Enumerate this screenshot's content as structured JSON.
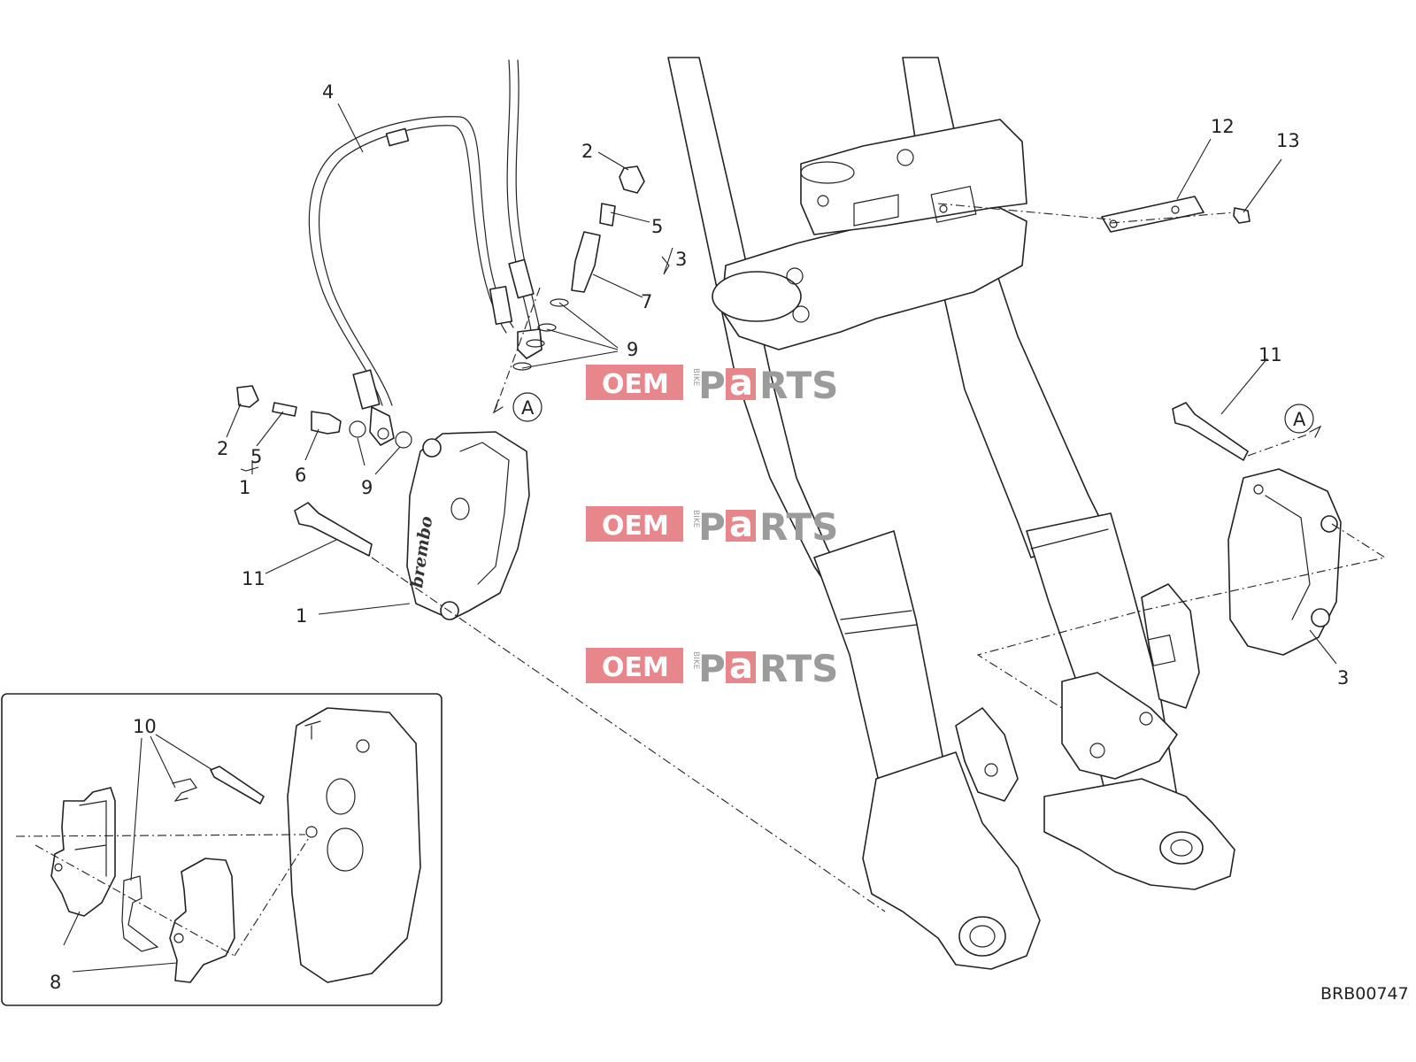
{
  "diagram": {
    "drawing_code": "BRB00747",
    "brand_marking": "brembo",
    "callouts": {
      "c4": "4",
      "c2_top": "2",
      "c5_top": "5",
      "c3_top": "3",
      "c7": "7",
      "c9_right": "9",
      "c12": "12",
      "c13": "13",
      "c2_left": "2",
      "c5_left": "5",
      "c1_bracket": "1",
      "c6": "6",
      "c9_left": "9",
      "c11_left": "11",
      "c1_caliper": "1",
      "c11_right": "11",
      "c3_caliper": "3",
      "c10": "10",
      "c8": "8",
      "ref_a_left": "A",
      "ref_a_right": "A"
    },
    "watermark": {
      "oem": "OEM",
      "bike": "BIKE",
      "p": "P",
      "a": "a",
      "rts": "RTS",
      "colors": {
        "red": "#e8878b",
        "grey": "#9b9b9b"
      }
    }
  }
}
